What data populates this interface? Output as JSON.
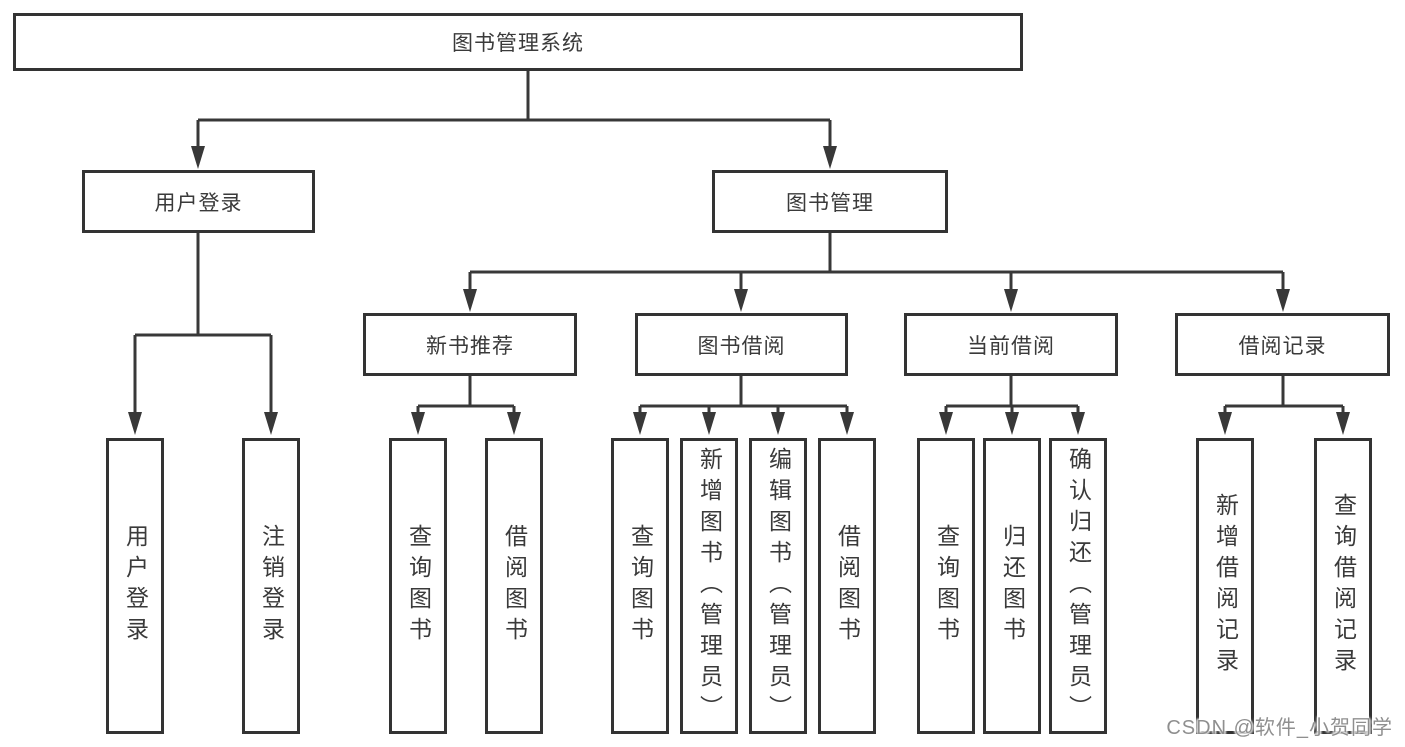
{
  "diagram_title": "图书管理系统",
  "nodes": {
    "root": "图书管理系统",
    "user_login": "用户登录",
    "book_mgmt": "图书管理",
    "new_books": "新书推荐",
    "book_borrow": "图书借阅",
    "current_borrow": "当前借阅",
    "borrow_records": "借阅记录"
  },
  "leaves": {
    "user_login": [
      "用户登录",
      "注销登录"
    ],
    "new_books": [
      "查询图书",
      "借阅图书"
    ],
    "book_borrow": [
      "查询图书",
      "新增图书（管理员）",
      "编辑图书（管理员）",
      "借阅图书"
    ],
    "current_borrow": [
      "查询图书",
      "归还图书",
      "确认归还（管理员）"
    ],
    "borrow_records": [
      "新增借阅记录",
      "查询借阅记录"
    ]
  },
  "watermark": "CSDN @软件_小贺同学",
  "colors": {
    "line": "#383838",
    "box_border": "#333333",
    "text": "#3a3a3a",
    "watermark": "#8f8f8f",
    "background": "#ffffff"
  }
}
